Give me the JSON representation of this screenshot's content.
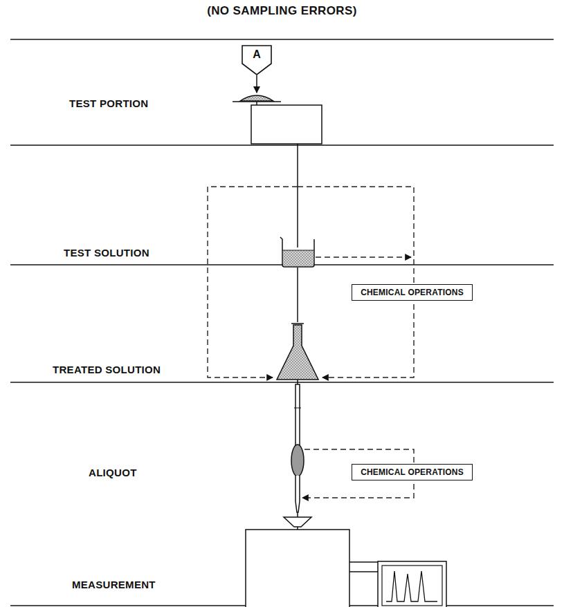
{
  "diagram": {
    "title": "(NO SAMPLING ERRORS)",
    "nodes": [
      {
        "text": [
          "A"
        ]
      },
      {
        "text": [
          "CHEMICAL OPERATIONS"
        ]
      },
      {
        "text": [
          "CHEMICAL OPERATIONS"
        ]
      }
    ],
    "labels": [
      "TEST PORTION",
      "TEST SOLUTION",
      "TREATED SOLUTION",
      "ALIQUOT",
      "MEASUREMENT"
    ]
  }
}
